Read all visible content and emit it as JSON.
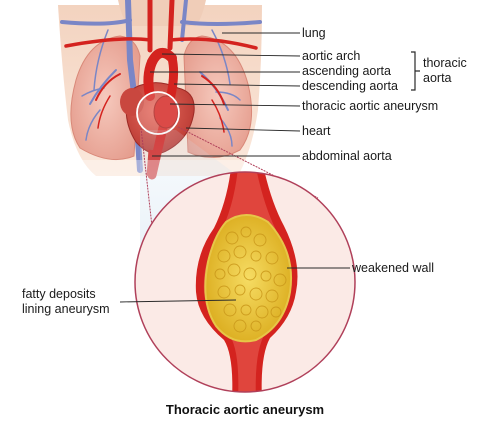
{
  "labels": {
    "lung": "lung",
    "aortic_arch": "aortic arch",
    "ascending_aorta": "ascending aorta",
    "descending_aorta": "descending aorta",
    "thoracic_aorta": "thoracic\naorta",
    "thoracic_aortic_aneurysm": "thoracic aortic aneurysm",
    "heart": "heart",
    "abdominal_aorta": "abdominal aorta",
    "weakened_wall": "weakened wall",
    "fatty_deposits": "fatty deposits\nlining aneurysm"
  },
  "caption": "Thoracic aortic aneurysm",
  "colors": {
    "skin": "#f6d9c6",
    "lung": "#efb6a8",
    "aorta": "#d4231f",
    "vein": "#7a86c6",
    "plaque": "#e8bf2e",
    "leader": "#2a2a2a",
    "magnifier": "#b0405a"
  }
}
